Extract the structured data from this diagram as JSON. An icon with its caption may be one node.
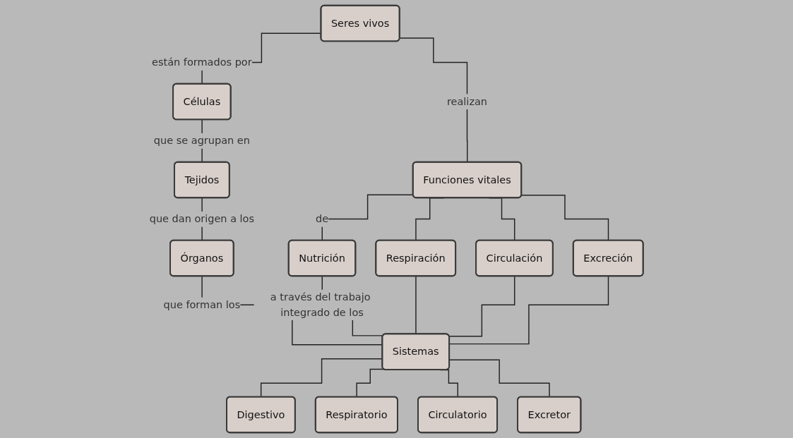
{
  "diagram": {
    "nodes": [
      {
        "text": [
          "Seres vivos"
        ]
      },
      {
        "text": [
          "Funciones vitales"
        ]
      },
      {
        "text": [
          "Células"
        ]
      },
      {
        "text": [
          "Nutrición"
        ]
      },
      {
        "text": [
          "Respiración"
        ]
      },
      {
        "text": [
          "Circulación"
        ]
      },
      {
        "text": [
          "Excreción"
        ]
      },
      {
        "text": [
          "Tejidos"
        ]
      },
      {
        "text": [
          "Órganos"
        ]
      },
      {
        "text": [
          "Sistemas"
        ]
      },
      {
        "text": [
          "Digestivo"
        ]
      },
      {
        "text": [
          "Respiratorio"
        ]
      },
      {
        "text": [
          "Circulatorio"
        ]
      },
      {
        "text": [
          "Excretor"
        ]
      }
    ],
    "edges": [
      {
        "from": 0,
        "to": 1,
        "arrow": "none",
        "label": "realizan"
      },
      {
        "from": 0,
        "to": 2,
        "arrow": "none",
        "label": "están formados por"
      },
      {
        "from": 1,
        "to": 3,
        "arrow": "none",
        "label": "de"
      },
      {
        "from": 1,
        "to": 4,
        "arrow": "none"
      },
      {
        "from": 1,
        "to": 5,
        "arrow": "none"
      },
      {
        "from": 1,
        "to": 6,
        "arrow": "none"
      },
      {
        "from": 2,
        "to": 7,
        "arrow": "none",
        "label": "que se agrupan en"
      },
      {
        "from": 7,
        "to": 8,
        "arrow": "none",
        "label": "que dan origen a los"
      },
      {
        "from": 8,
        "to": 9,
        "arrow": "none",
        "label": "que forman los"
      },
      {
        "from": 3,
        "to": 9,
        "arrow": "none",
        "label": "a través del trabajo integrado de los"
      },
      {
        "from": 4,
        "to": 9,
        "arrow": "none"
      },
      {
        "from": 5,
        "to": 9,
        "arrow": "none"
      },
      {
        "from": 6,
        "to": 9,
        "arrow": "none"
      },
      {
        "from": 9,
        "to": 10,
        "arrow": "none"
      },
      {
        "from": 9,
        "to": 11,
        "arrow": "none"
      },
      {
        "from": 9,
        "to": 12,
        "arrow": "none"
      },
      {
        "from": 9,
        "to": 13,
        "arrow": "none"
      }
    ]
  }
}
